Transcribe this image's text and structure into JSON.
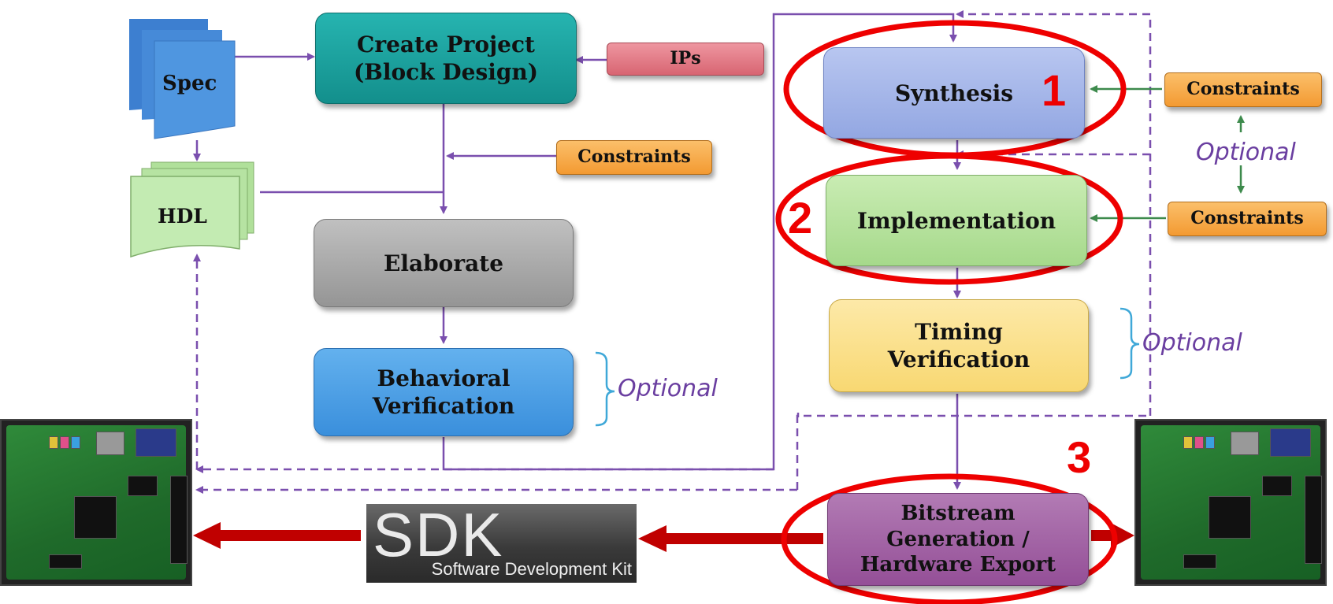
{
  "nodes": {
    "spec": "Spec",
    "hdl": "HDL",
    "create_project": [
      "Create Project",
      "(Block Design)"
    ],
    "ips": "IPs",
    "constraints_left": "Constraints",
    "elaborate": "Elaborate",
    "behavioral_verification": [
      "Behavioral",
      "Verification"
    ],
    "synthesis": "Synthesis",
    "implementation": "Implementation",
    "timing_verification": [
      "Timing",
      "Verification"
    ],
    "bitstream": [
      "Bitstream",
      "Generation /",
      "Hardware Export"
    ],
    "constraints_right_top": "Constraints",
    "constraints_right_bottom": "Constraints"
  },
  "labels": {
    "optional_behavioral": "Optional",
    "optional_timing": "Optional",
    "optional_constraints": "Optional",
    "step_1": "1",
    "step_2": "2",
    "step_3": "3"
  },
  "sdk": {
    "title": "SDK",
    "subtitle": "Software Development Kit"
  },
  "colors": {
    "flow_arrow": "#7a4fae",
    "highlight_ellipse": "#ee0000",
    "export_arrow": "#c00000",
    "create_project": "#1aa3a0",
    "ips": "#e27b86",
    "constraints": "#f7a84a",
    "elaborate": "#a8a8a8",
    "behavioral": "#4aa0e6",
    "synthesis": "#a7b7ea",
    "implementation": "#b8e39e",
    "timing": "#fbe394",
    "bitstream": "#a461a6",
    "spec": "#4a90d9",
    "hdl": "#b9e5a0"
  }
}
